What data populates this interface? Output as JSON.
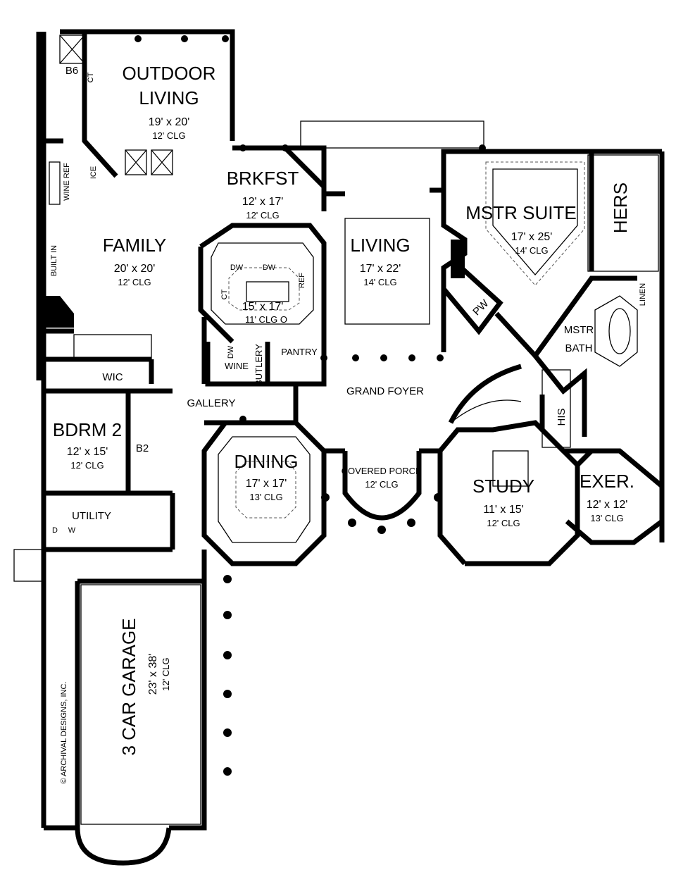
{
  "plan": {
    "copyright": "© ARCHIVAL DESIGNS, INC.",
    "rooms": {
      "outdoor_living": {
        "name1": "OUTDOOR",
        "name2": "LIVING",
        "size": "19' x 20'",
        "clg": "12' CLG"
      },
      "family": {
        "name": "FAMILY",
        "size": "20' x 20'",
        "clg": "12' CLG"
      },
      "brkfst": {
        "name": "BRKFST",
        "size": "12' x 17'",
        "clg": "12' CLG"
      },
      "kitchen": {
        "size": "15' x 17'",
        "clg": "11' CLG O"
      },
      "living": {
        "name": "LIVING",
        "size": "17' x 22'",
        "clg": "14' CLG"
      },
      "mstr_suite": {
        "name": "MSTR SUITE",
        "size": "17' x 25'",
        "clg": "14' CLG"
      },
      "mstr_bath": {
        "name1": "MSTR",
        "name2": "BATH"
      },
      "bdrm2": {
        "name": "BDRM 2",
        "size": "12' x 15'",
        "clg": "12' CLG"
      },
      "dining": {
        "name": "DINING",
        "size": "17' x 17'",
        "clg": "13' CLG"
      },
      "covered_porch": {
        "name": "COVERED PORCH",
        "clg": "12' CLG"
      },
      "study": {
        "name": "STUDY",
        "size": "11' x 15'",
        "clg": "12' CLG"
      },
      "exer": {
        "name": "EXER.",
        "size": "12' x 12'",
        "clg": "13' CLG"
      },
      "garage": {
        "name": "3 CAR GARAGE",
        "size": "23' x 38'",
        "clg": "12' CLG"
      }
    },
    "labels": {
      "b6": "B6",
      "ct1": "CT",
      "ice": "ICE",
      "wine_ref": "WINE REF",
      "built_in": "BUILT IN",
      "dw1": "DW",
      "dw2": "DW",
      "ct2": "CT",
      "ref": "REF",
      "dw3": "DW",
      "wine": "WINE",
      "butlery": "BUTLERY",
      "pantry": "PANTRY",
      "hers": "HERS",
      "linen": "LINEN",
      "pw": "PW",
      "wic": "WIC",
      "gallery": "GALLERY",
      "grand_foyer": "GRAND FOYER",
      "b2": "B2",
      "his": "HIS",
      "utility": "UTILITY",
      "d": "D",
      "w": "W"
    }
  }
}
